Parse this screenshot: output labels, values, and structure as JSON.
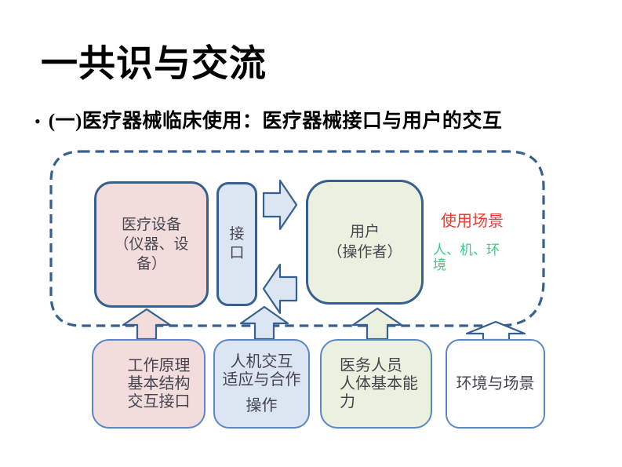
{
  "slide": {
    "title": "一共识与交流",
    "bullet_marker": "•",
    "bullet_text": "(一)医疗器械临床使用：医疗器械接口与用户的交互"
  },
  "diagram": {
    "device_box_lines": [
      "医疗设备",
      "（仪器、设",
      "备）"
    ],
    "interface_box_lines": [
      "接",
      "口"
    ],
    "user_box_lines": [
      "用户",
      "（操作者）"
    ],
    "usage_scene_label": "使用场景",
    "human_machine_env_lines": [
      "人、机、环",
      "境"
    ]
  },
  "bottom_row": {
    "principle_lines": [
      "工作原理",
      "基本结构",
      "交互接口"
    ],
    "interaction_lines": [
      "人机交互",
      "适应与合作"
    ],
    "interaction_line3": "操作",
    "staff_lines": [
      "医务人员",
      "人体基本能力"
    ],
    "environment_text": "环境与场景"
  },
  "icons": {
    "right_arrow": "block-arrow-right",
    "left_arrow": "block-arrow-left",
    "up_arrow_pink": "block-arrow-up",
    "up_arrow_blue": "block-arrow-up",
    "up_arrow_green": "block-arrow-up",
    "up_arrow_white": "block-arrow-up"
  },
  "colors": {
    "outline_dark_blue": "#36608F",
    "outline_light_blue": "#5B87C5",
    "fill_pink": "#F2DDDC",
    "fill_blue": "#DCE6F2",
    "fill_green": "#EBF1DE",
    "fill_white": "#FFFFFF",
    "box_text": "#45454F",
    "usage_scene_red": "#E93B31",
    "human_machine_env_green": "#3FC987",
    "title_black": "#000000"
  }
}
